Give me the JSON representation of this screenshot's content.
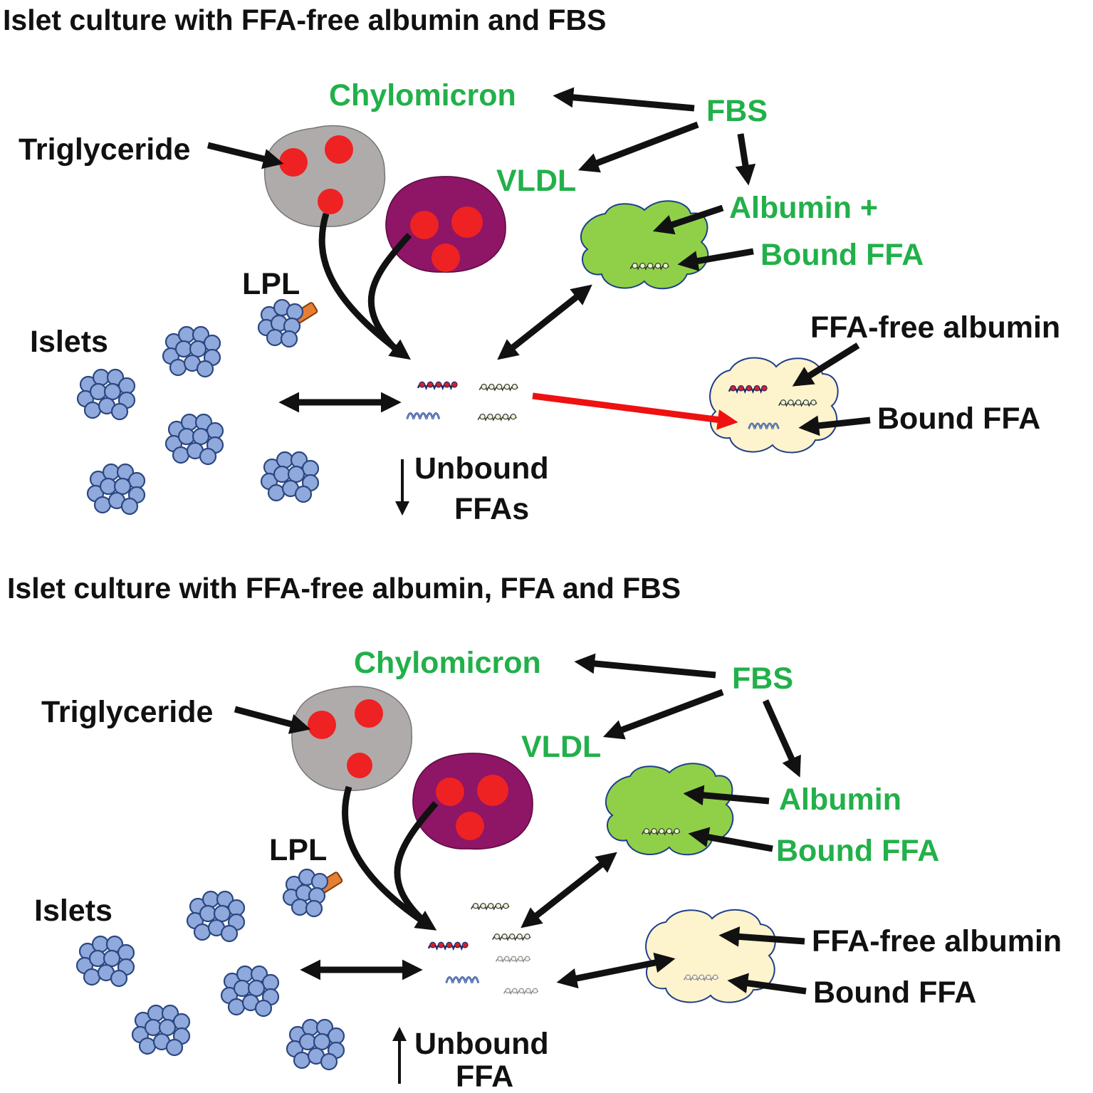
{
  "panels": [
    {
      "title": "Islet culture with FFA-free albumin and FBS",
      "labels": {
        "chylomicron": "Chylomicron",
        "fbs": "FBS",
        "vldl": "VLDL",
        "triglyceride": "Triglyceride",
        "albumin": "Albumin +",
        "bound_ffa_green": "Bound FFA",
        "lpl": "LPL",
        "islets": "Islets",
        "ffa_free_albumin": "FFA-free albumin",
        "bound_ffa": "Bound FFA",
        "unbound_line1": "Unbound",
        "unbound_line2": "FFAs"
      },
      "unbound_trend": "decrease"
    },
    {
      "title": "Islet culture with FFA-free albumin, FFA and FBS",
      "labels": {
        "chylomicron": "Chylomicron",
        "fbs": "FBS",
        "vldl": "VLDL",
        "triglyceride": "Triglyceride",
        "albumin": "Albumin",
        "bound_ffa_green": "Bound FFA",
        "lpl": "LPL",
        "islets": "Islets",
        "ffa_free_albumin": "FFA-free albumin",
        "bound_ffa": "Bound FFA",
        "unbound_line1": "Unbound",
        "unbound_line2": "FFA"
      },
      "unbound_trend": "increase"
    }
  ],
  "colors": {
    "green_label": "#22b04a",
    "chylomicron_particle": "#b0abab",
    "vldl_particle": "#8f1566",
    "triglyceride": "#ee2222",
    "albumin_fbs": "#90d048",
    "ffa_free_albumin": "#fdf3cc",
    "islet_cell": "#8fa9dc",
    "lpl": "#e67e33",
    "red_arrow": "#ee1111"
  }
}
